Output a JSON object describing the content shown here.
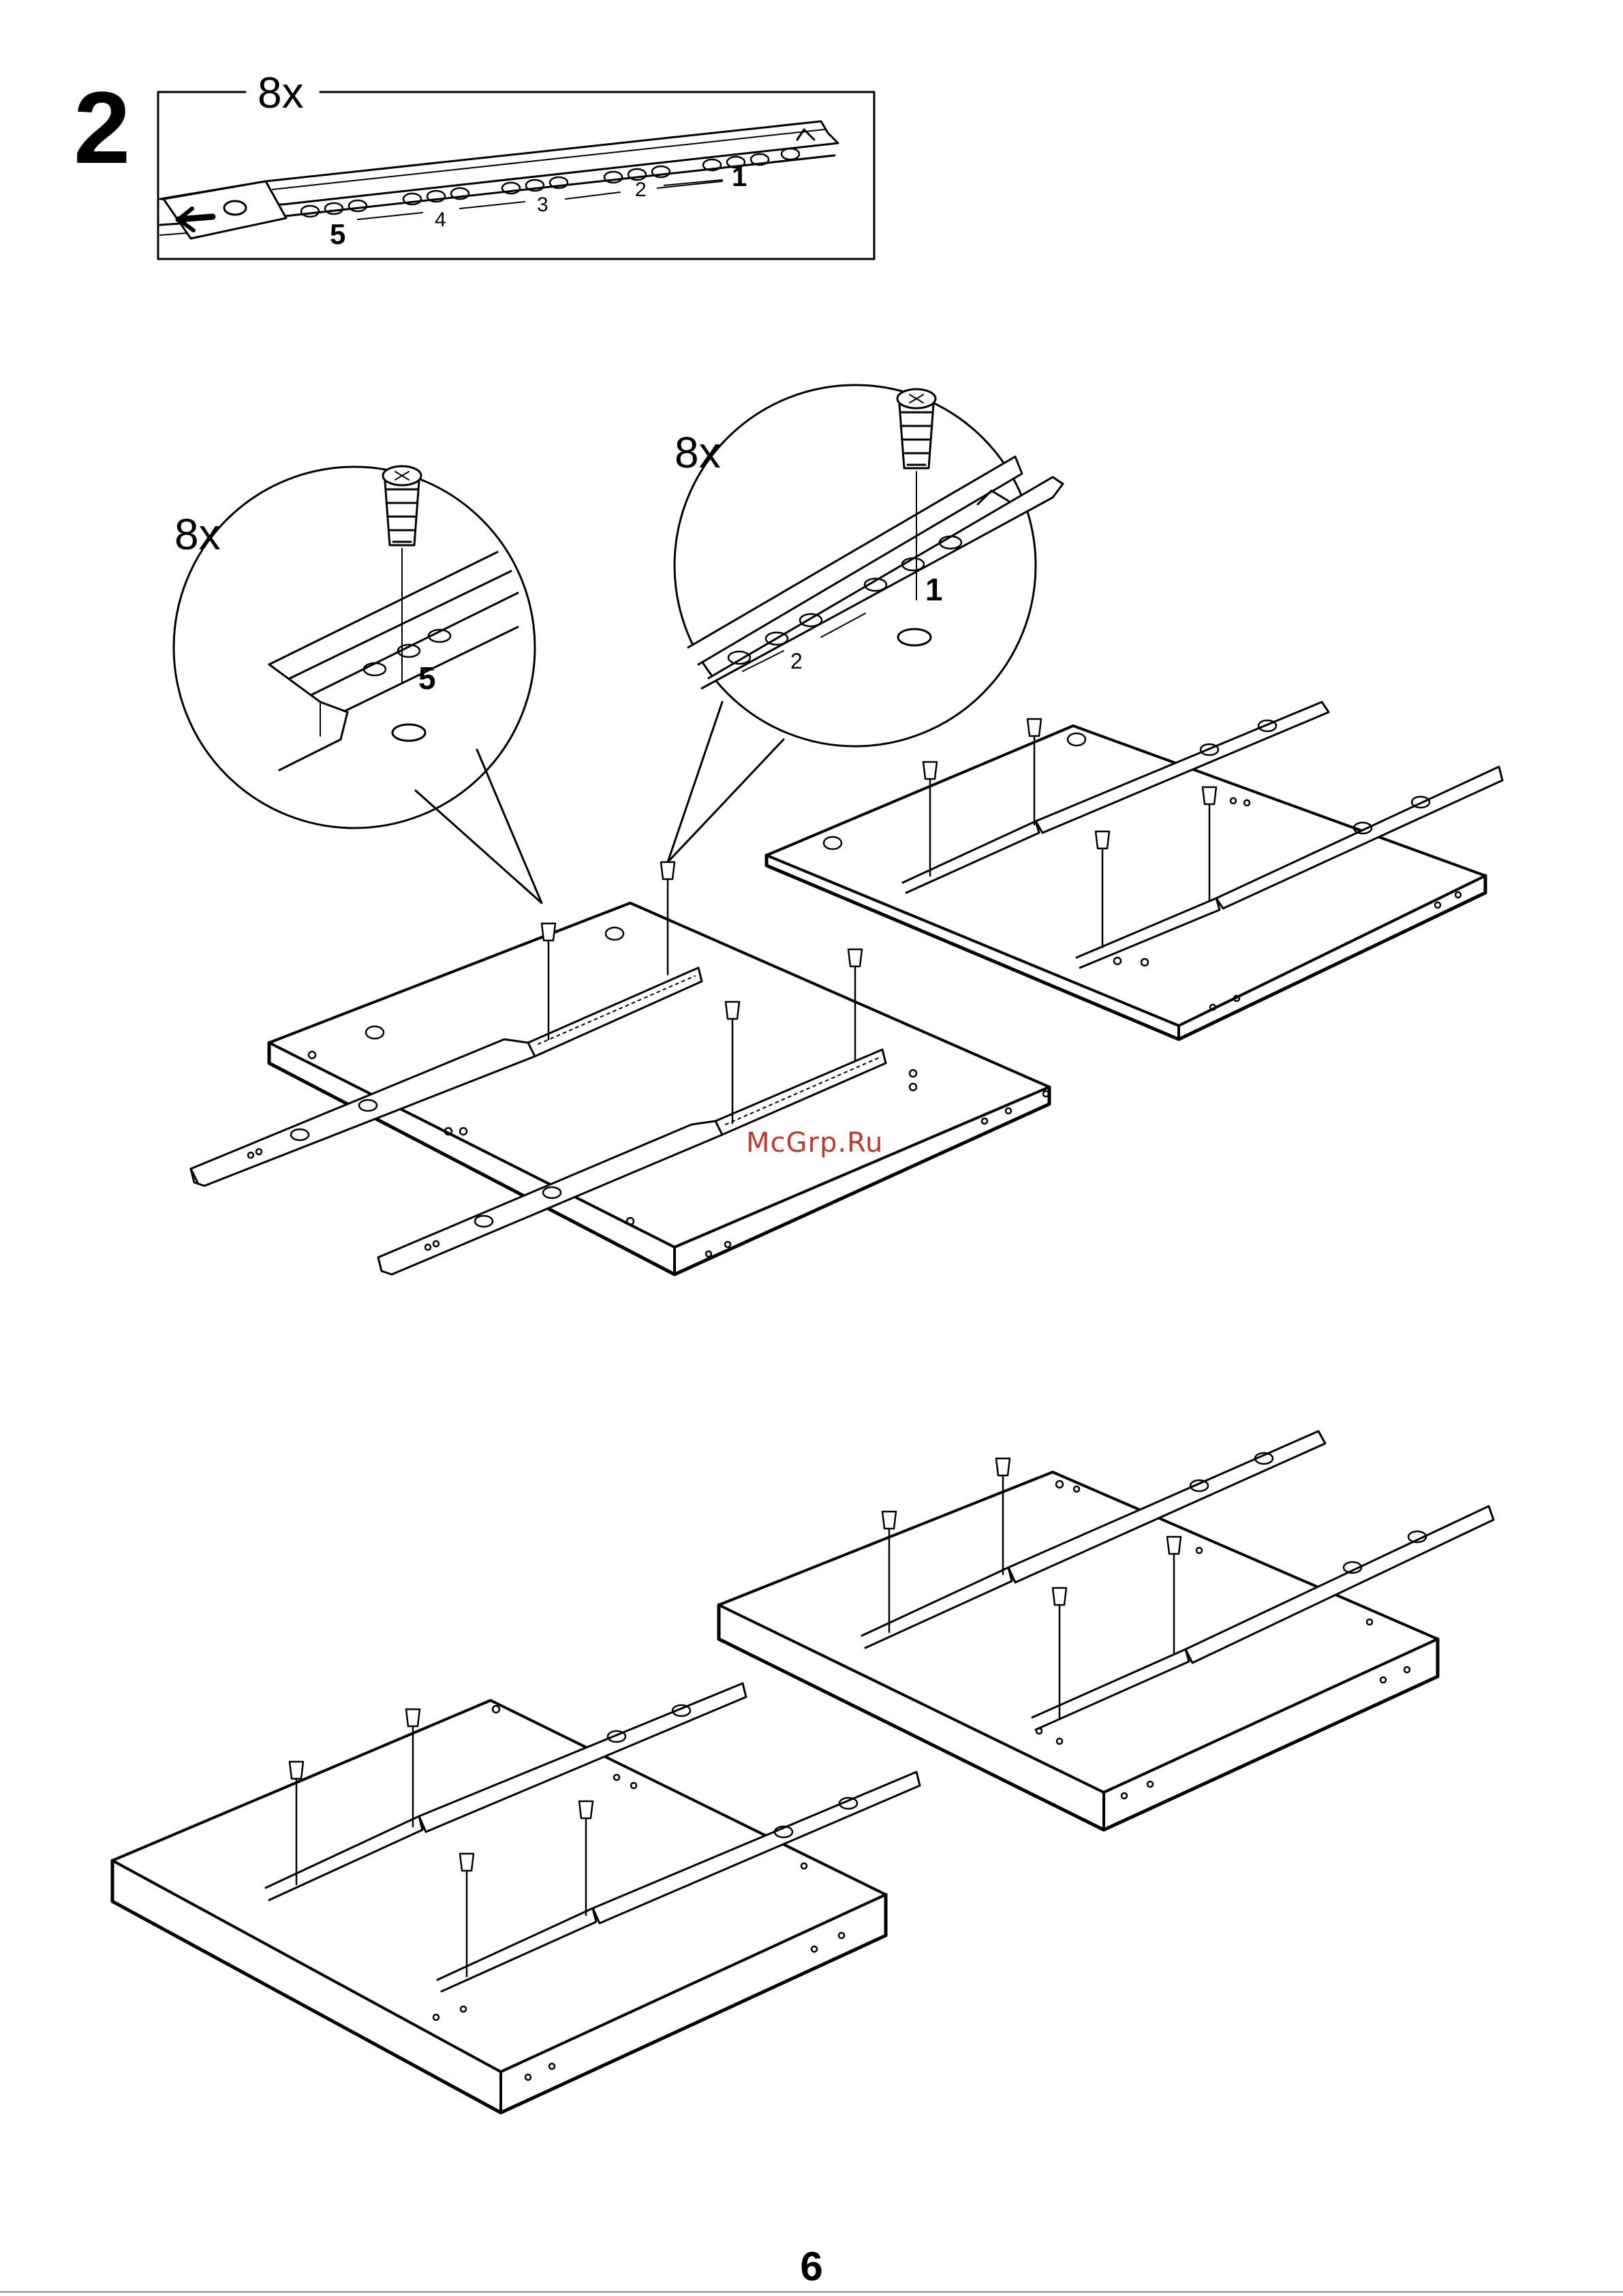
{
  "step": {
    "number": "2"
  },
  "inset": {
    "quantity": "8x",
    "hole_labels": [
      "1",
      "2",
      "3",
      "4",
      "5"
    ]
  },
  "detail_callouts": [
    {
      "quantity": "8x",
      "hole_label": "5"
    },
    {
      "quantity": "8x",
      "hole_labels": [
        "1",
        "2"
      ]
    }
  ],
  "watermark": "McGrp.Ru",
  "page_number": "6"
}
